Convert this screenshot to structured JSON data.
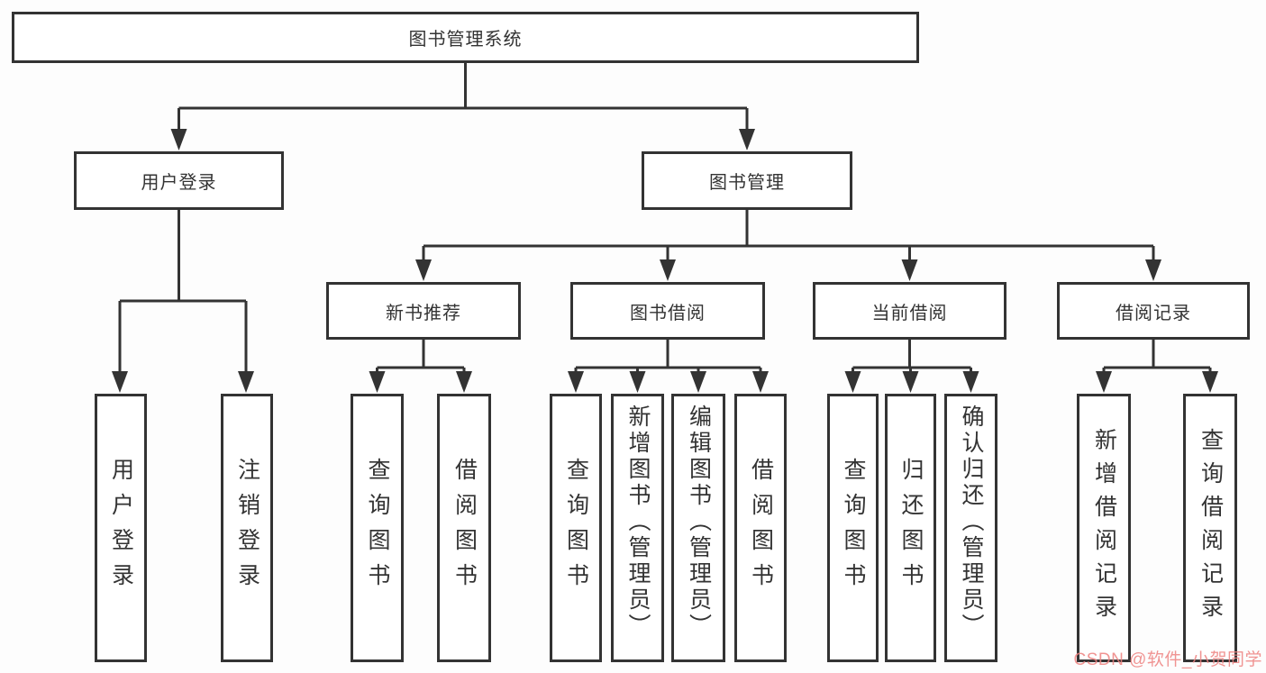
{
  "colors": {
    "line": "#333333",
    "text": "#333333",
    "box_bg": "#ffffff",
    "background": "#fdfdfd",
    "watermark": "#ee8280"
  },
  "watermark": {
    "text": "CSDN @软件_小贺同学"
  },
  "nodes": {
    "root": {
      "label": "图书管理系统"
    },
    "user_login": {
      "label": "用户登录"
    },
    "book_mgmt": {
      "label": "图书管理"
    },
    "new_book_rec": {
      "label": "新书推荐"
    },
    "book_borrow": {
      "label": "图书借阅"
    },
    "current_borrow": {
      "label": "当前借阅"
    },
    "borrow_records": {
      "label": "借阅记录"
    },
    "ul_login": {
      "label": "用户登录"
    },
    "ul_logout": {
      "label": "注销登录"
    },
    "nbr_query": {
      "label": "查询图书"
    },
    "nbr_borrow": {
      "label": "借阅图书"
    },
    "bb_query": {
      "label": "查询图书"
    },
    "bb_add": {
      "label": "新增图书（管理员）"
    },
    "bb_edit": {
      "label": "编辑图书（管理员）"
    },
    "bb_borrow": {
      "label": "借阅图书"
    },
    "cb_query": {
      "label": "查询图书"
    },
    "cb_return": {
      "label": "归还图书"
    },
    "cb_confirm": {
      "label": "确认归还（管理员）"
    },
    "br_add": {
      "label": "新增借阅记录"
    },
    "br_query": {
      "label": "查询借阅记录"
    }
  }
}
